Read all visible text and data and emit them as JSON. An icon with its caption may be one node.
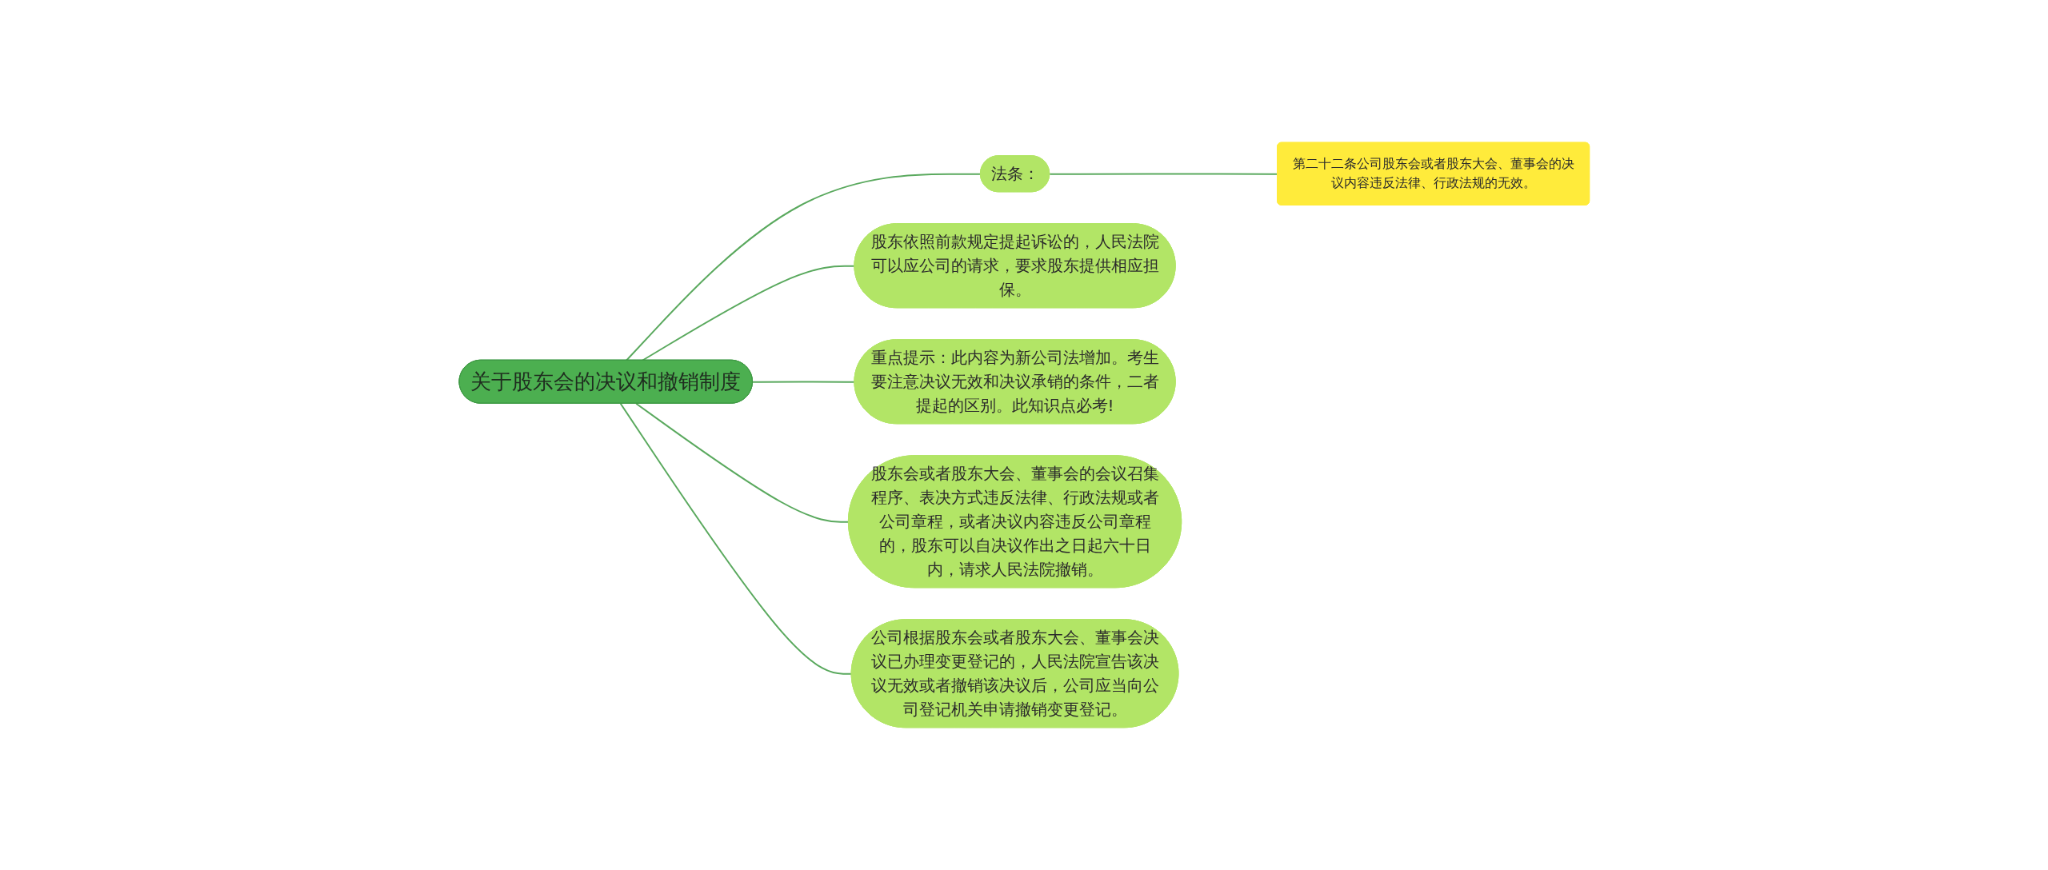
{
  "diagram": {
    "nodes": [
      {
        "text": [
          "关于股东会的决议和撤销制度"
        ]
      },
      {
        "text": [
          "法条："
        ]
      },
      {
        "text": [
          "第二十二条公司股东会或者股东大会、董事会的决议内容违反法律、行政法规的无效。"
        ]
      },
      {
        "text": [
          "股东依照前款规定提起诉讼的，人民法院可以应公司的请求，要求股东提供相应担保。"
        ]
      },
      {
        "text": [
          "重点提示：此内容为新公司法增加。考生要注意决议无效和决议承销的条件，二者提起的区别。此知识点必考!"
        ]
      },
      {
        "text": [
          "股东会或者股东大会、董事会的会议召集程序、表决方式违反法律、行政法规或者公司章程，或者决议内容违反公司章程的，股东可以自决议作出之日起六十日内，请求人民法院撤销。"
        ]
      },
      {
        "text": [
          "公司根据股东会或者股东大会、董事会决议已办理变更登记的，人民法院宣告该决议无效或者撤销该决议后，公司应当向公司登记机关申请撤销变更登记。"
        ]
      }
    ],
    "edges": [
      {
        "from": 0,
        "to": 1,
        "arrow": "none"
      },
      {
        "from": 1,
        "to": 2,
        "arrow": "none"
      },
      {
        "from": 0,
        "to": 3,
        "arrow": "none"
      },
      {
        "from": 0,
        "to": 4,
        "arrow": "none"
      },
      {
        "from": 0,
        "to": 5,
        "arrow": "none"
      },
      {
        "from": 0,
        "to": 6,
        "arrow": "none"
      }
    ]
  }
}
